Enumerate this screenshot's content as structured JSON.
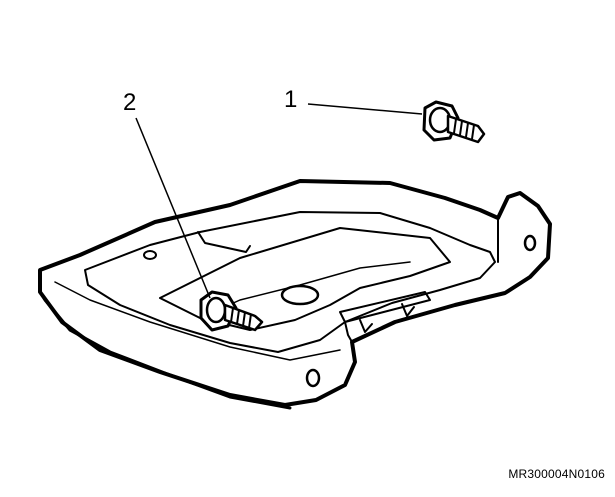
{
  "callouts": [
    {
      "number": "1",
      "part": "bolt"
    },
    {
      "number": "2",
      "part": "bolt"
    }
  ],
  "reference_code": "MR300004N0106",
  "colors": {
    "line": "#000000",
    "background": "#ffffff"
  },
  "icons": [
    "flange-bolt-icon",
    "mounting-bracket-icon"
  ]
}
